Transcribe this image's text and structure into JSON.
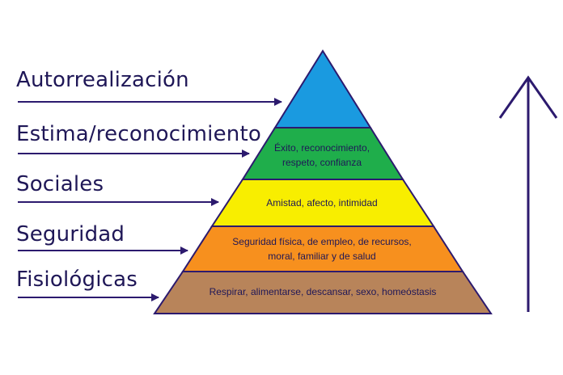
{
  "diagram": {
    "levels": [
      {
        "label": "Autorrealización",
        "description": "",
        "color": "#1a9ae0"
      },
      {
        "label": "Estima/reconocimiento",
        "description_lines": [
          "Éxito, reconocimiento,",
          "respeto, confianza"
        ],
        "color": "#1fae4b"
      },
      {
        "label": "Sociales",
        "description_lines": [
          "Amistad, afecto, intimidad"
        ],
        "color": "#f8ee00"
      },
      {
        "label": "Seguridad",
        "description_lines": [
          "Seguridad física, de empleo, de recursos,",
          "moral, familiar y de salud"
        ],
        "color": "#f7901e"
      },
      {
        "label": "Fisiológicas",
        "description_lines": [
          "Respirar, alimentarse, descansar, sexo, homeóstasis"
        ],
        "color": "#b8845a"
      }
    ],
    "colors": {
      "outline": "#2c1a6e",
      "arrow": "#2c1a6e",
      "text": "#1f1757"
    }
  }
}
